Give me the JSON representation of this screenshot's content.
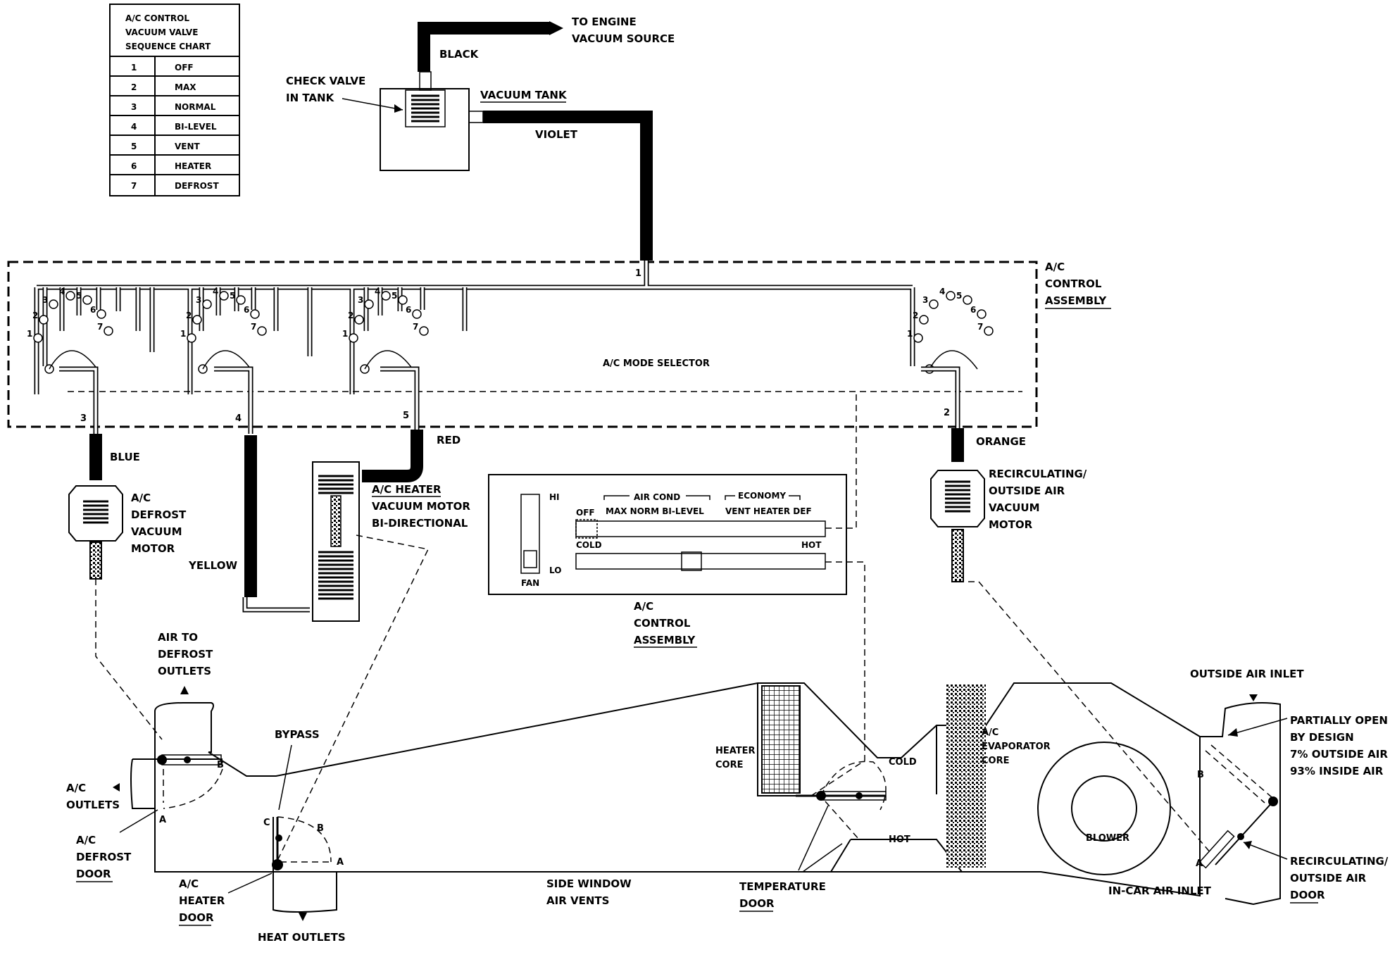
{
  "sequence_chart": {
    "title": [
      "A/C CONTROL",
      "VACUUM VALVE",
      "SEQUENCE CHART"
    ],
    "rows": [
      {
        "num": "1",
        "mode": "OFF"
      },
      {
        "num": "2",
        "mode": "MAX"
      },
      {
        "num": "3",
        "mode": "NORMAL"
      },
      {
        "num": "4",
        "mode": "BI-LEVEL"
      },
      {
        "num": "5",
        "mode": "VENT"
      },
      {
        "num": "6",
        "mode": "HEATER"
      },
      {
        "num": "7",
        "mode": "DEFROST"
      }
    ]
  },
  "vacuum_source": {
    "engine_label": [
      "TO ENGINE",
      "VACUUM SOURCE"
    ],
    "black_label": "BLACK",
    "check_valve_label": [
      "CHECK VALVE",
      "IN TANK"
    ],
    "tank_label": "VACUUM TANK",
    "violet_label": "VIOLET"
  },
  "control_assembly_box": {
    "label": [
      "A/C",
      "CONTROL",
      "ASSEMBLY"
    ],
    "mode_selector_label": "A/C MODE SELECTOR",
    "port_numbers": [
      "1",
      "2",
      "3",
      "4",
      "5",
      "6",
      "7"
    ],
    "outlet_numbers": [
      "3",
      "4",
      "5",
      "2"
    ],
    "supply_number": "1"
  },
  "hose_labels": {
    "blue": "BLUE",
    "yellow": "YELLOW",
    "red": "RED",
    "orange": "ORANGE"
  },
  "motors": {
    "defrost_motor": [
      "A/C",
      "DEFROST",
      "VACUUM",
      "MOTOR"
    ],
    "heater_motor": [
      "A/C HEATER",
      "VACUUM MOTOR",
      "BI-DIRECTIONAL"
    ],
    "recirc_motor": [
      "RECIRCULATING/",
      "OUTSIDE AIR",
      "VACUUM",
      "MOTOR"
    ]
  },
  "control_panel": {
    "hi": "HI",
    "lo": "LO",
    "fan": "FAN",
    "air_cond_group": "AIR COND",
    "economy_group": "ECONOMY",
    "off": "OFF",
    "modes": "MAX NORM BI-LEVEL",
    "economy_modes": "VENT  HEATER DEF",
    "cold": "COLD",
    "hot": "HOT",
    "caption": [
      "A/C",
      "CONTROL",
      "ASSEMBLY"
    ]
  },
  "air_duct": {
    "air_to_defrost": [
      "AIR TO",
      "DEFROST",
      "OUTLETS"
    ],
    "ac_outlets": [
      "A/C",
      "OUTLETS"
    ],
    "defrost_door": [
      "A/C",
      "DEFROST",
      "DOOR"
    ],
    "bypass": "BYPASS",
    "heater_door": [
      "A/C",
      "HEATER",
      "DOOR"
    ],
    "heat_outlets": "HEAT OUTLETS",
    "side_window": [
      "SIDE WINDOW",
      "AIR VENTS"
    ],
    "heater_core": [
      "HEATER",
      "CORE"
    ],
    "cold": "COLD",
    "hot": "HOT",
    "temperature_door": [
      "TEMPERATURE",
      "DOOR"
    ],
    "evaporator": [
      "A/C",
      "EVAPORATOR",
      "CORE"
    ],
    "blower": "BLOWER",
    "outside_air_inlet": "OUTSIDE AIR INLET",
    "partially_open": [
      "PARTIALLY OPEN",
      "BY DESIGN",
      "7% OUTSIDE AIR",
      "93% INSIDE AIR"
    ],
    "recirc_door": [
      "RECIRCULATING/",
      "OUTSIDE AIR",
      "DOOR"
    ],
    "in_car_inlet": "IN-CAR AIR INLET",
    "door_letters": {
      "a": "A",
      "b": "B",
      "c": "C"
    }
  }
}
